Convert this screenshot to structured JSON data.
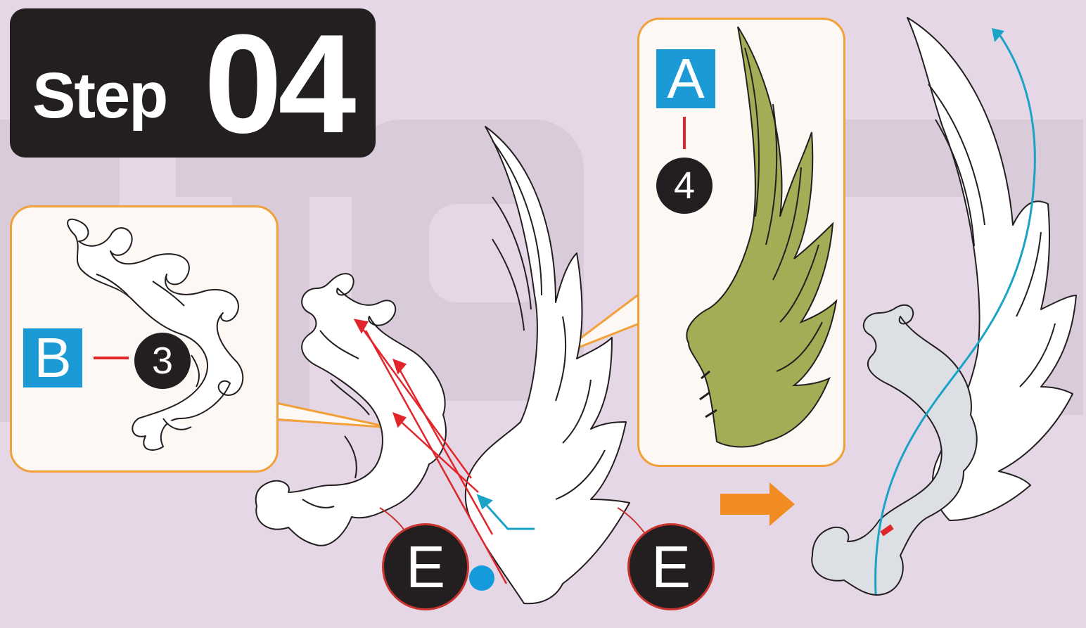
{
  "step": {
    "word": "Step",
    "number": "04"
  },
  "callout_a": {
    "letter": "A",
    "number": "4"
  },
  "callout_b": {
    "letter": "B",
    "number": "3"
  },
  "markers": {
    "left_e": "E",
    "right_e": "E"
  },
  "icons": {
    "wing": "wing-outline-icon",
    "flourish": "flourish-ornament-icon",
    "arrow": "orange-right-arrow-icon",
    "dot": "blue-dot-icon"
  },
  "colors": {
    "background": "#e6d7e6",
    "badge": "#231f20",
    "callout_border": "#f2a03a",
    "label_blue": "#1b9ad6",
    "wing_fill": "#a3ad55",
    "red_arrow": "#e0262b",
    "path_blue": "#1ba3c6",
    "next_arrow": "#f18c22"
  }
}
